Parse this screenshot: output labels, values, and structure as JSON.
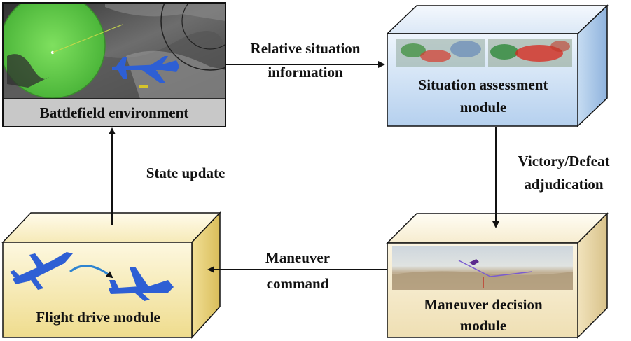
{
  "boxes": {
    "battlefield": {
      "label": "Battlefield environment"
    },
    "situation": {
      "label_line1": "Situation assessment",
      "label_line2": "module"
    },
    "maneuver": {
      "label_line1": "Maneuver decision",
      "label_line2": "module"
    },
    "flight": {
      "label": "Flight drive module"
    }
  },
  "arrows": {
    "relative": {
      "line1": "Relative situation",
      "line2": "information"
    },
    "victory": {
      "line1": "Victory/Defeat",
      "line2": "adjudication"
    },
    "command": {
      "line1": "Maneuver",
      "line2": "command"
    },
    "state": {
      "label": "State update"
    }
  },
  "colors": {
    "radar_green": "#5ec64a",
    "jet_blue": "#2e5fd4",
    "situation_face": "#d3e4f6",
    "flight_face": "#f6e9b0",
    "maneuver_face": "#f5ecd2",
    "battle_label_bg": "#c8c8c8"
  }
}
